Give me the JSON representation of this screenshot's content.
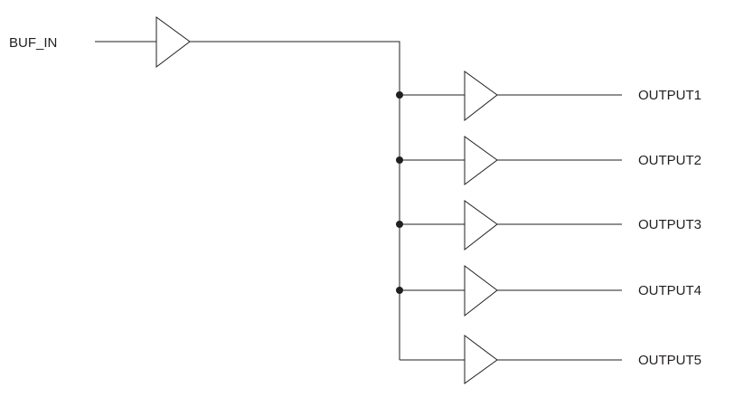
{
  "diagram": {
    "input_label": "BUF_IN",
    "outputs": [
      {
        "label": "OUTPUT1",
        "junction": true
      },
      {
        "label": "OUTPUT2",
        "junction": true
      },
      {
        "label": "OUTPUT3",
        "junction": true
      },
      {
        "label": "OUTPUT4",
        "junction": true
      },
      {
        "label": "OUTPUT5",
        "junction": false
      }
    ],
    "colors": {
      "line": "#231f20",
      "background": "#ffffff"
    }
  }
}
